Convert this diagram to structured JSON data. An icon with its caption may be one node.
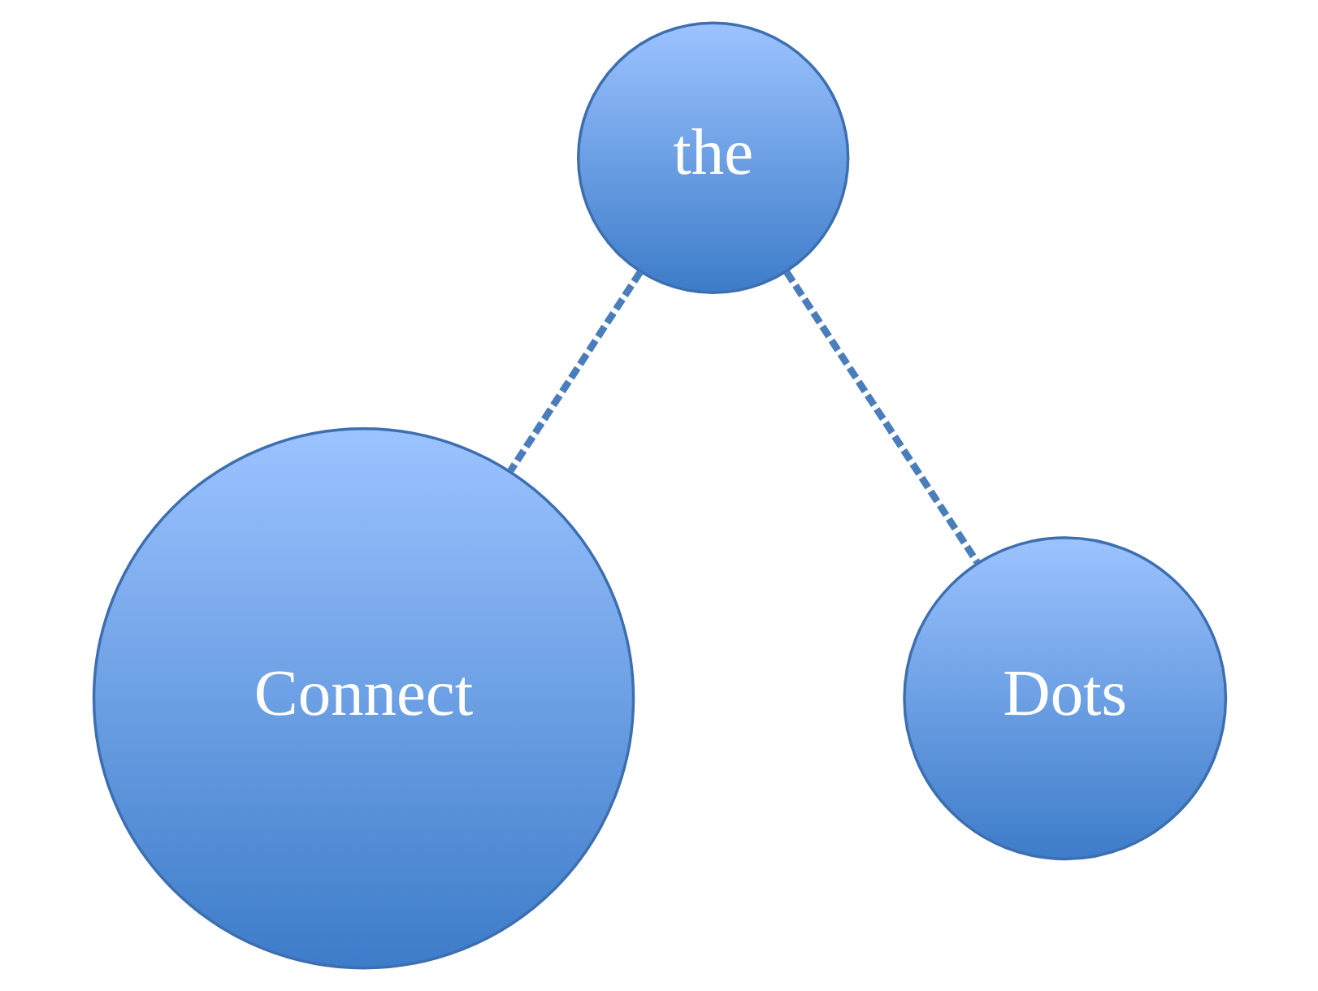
{
  "diagram": {
    "nodes": [
      {
        "text": [
          "the"
        ]
      },
      {
        "text": [
          "Connect"
        ]
      },
      {
        "text": [
          "Dots"
        ]
      }
    ],
    "edges": [
      {
        "from": 0,
        "to": 1,
        "arrow": "none",
        "style": "dashed"
      },
      {
        "from": 0,
        "to": 2,
        "arrow": "none",
        "style": "dashed"
      }
    ]
  }
}
